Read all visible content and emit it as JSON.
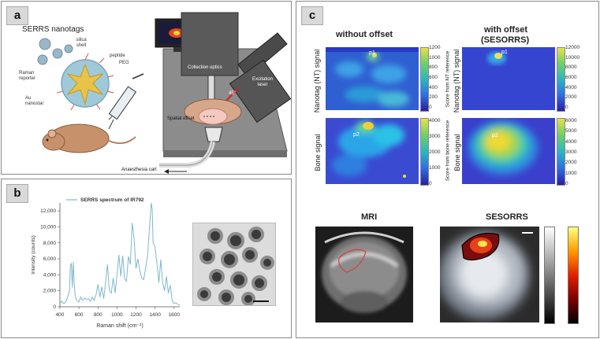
{
  "panel_a": {
    "label": "a",
    "nanotag_title": "SERRS nanotags",
    "silica_shell": "silica shell",
    "peptide": "peptide",
    "peg": "PEG",
    "raman_reporter": "Raman reporter",
    "au_nanostar": "Au nanostar",
    "collection_optics": "Collection optics",
    "excitation_laser": "Excitation laser",
    "angle": "45°",
    "spatial_offset": "Spatial offset",
    "anaesthesia_cart": "Anaesthesia cart"
  },
  "panel_b": {
    "label": "b",
    "legend": "SERRS spectrum of IR792",
    "xlabel": "Raman shift (cm⁻¹)",
    "ylabel": "Intensity (counts)",
    "xticks": [
      "400",
      "600",
      "800",
      "1000",
      "1200",
      "1400",
      "1600"
    ],
    "yticks": [
      "0",
      "2,000",
      "4,000",
      "6,000",
      "8,000",
      "10,000",
      "12,000"
    ]
  },
  "chart_data": {
    "type": "line",
    "series": [
      {
        "name": "SERRS spectrum of IR792",
        "color": "#7fb8cc"
      }
    ],
    "x": [
      400,
      420,
      440,
      460,
      480,
      500,
      510,
      520,
      530,
      540,
      550,
      560,
      570,
      580,
      600,
      620,
      640,
      660,
      680,
      700,
      720,
      740,
      760,
      780,
      800,
      820,
      840,
      860,
      880,
      900,
      920,
      940,
      960,
      980,
      1000,
      1020,
      1040,
      1060,
      1080,
      1100,
      1120,
      1140,
      1160,
      1180,
      1200,
      1220,
      1240,
      1260,
      1280,
      1300,
      1320,
      1340,
      1360,
      1370,
      1380,
      1400,
      1420,
      1440,
      1460,
      1480,
      1500,
      1520,
      1540,
      1560,
      1580,
      1600,
      1620,
      1640,
      1660
    ],
    "y": [
      400,
      700,
      400,
      600,
      1200,
      2000,
      5200,
      5400,
      2400,
      5600,
      3000,
      1500,
      900,
      800,
      600,
      1200,
      800,
      1100,
      900,
      1000,
      700,
      1200,
      800,
      1500,
      2800,
      1200,
      2500,
      1000,
      3000,
      5300,
      2000,
      1700,
      3600,
      1700,
      4000,
      6500,
      3800,
      6400,
      3500,
      3200,
      6300,
      5300,
      10500,
      8500,
      4800,
      6000,
      4500,
      3600,
      3400,
      4800,
      6200,
      9600,
      13000,
      12200,
      8000,
      7500,
      5500,
      3000,
      5900,
      3000,
      2000,
      3800,
      1700,
      2700,
      800,
      400,
      500,
      300,
      200
    ],
    "xlim": [
      400,
      1660
    ],
    "ylim": [
      0,
      13000
    ],
    "xlabel": "Raman shift (cm⁻¹)",
    "ylabel": "Intensity (counts)",
    "title": ""
  },
  "panel_c": {
    "label": "c",
    "col1_title": "without offset",
    "col2_title_1": "with offset",
    "col2_title_2": "(SESORRS)",
    "row1_label": "Nanotag (NT) signal",
    "row2_label": "Bone signal",
    "cb1_label": "Score from NT reference",
    "cb2_label": "Score from bone reference",
    "cb1_ticks": [
      "1200",
      "1000",
      "800",
      "600",
      "400",
      "200",
      "0"
    ],
    "cb2_ticks": [
      "4000",
      "3000",
      "2000",
      "1000",
      "0"
    ],
    "cb3_ticks": [
      "12000",
      "10000",
      "8000",
      "6000",
      "4000",
      "2000",
      "0"
    ],
    "cb4_ticks": [
      "6000",
      "5000",
      "4000",
      "3000",
      "2000",
      "1000",
      "0"
    ],
    "p1": "p1",
    "p2": "p2",
    "mri_title": "MRI",
    "sesorrs_title": "SESORRS"
  }
}
